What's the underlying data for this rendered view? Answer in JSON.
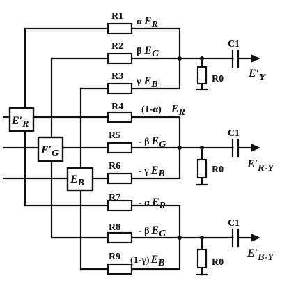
{
  "inputs": [
    {
      "main": "E",
      "prime": "′",
      "sub": "R"
    },
    {
      "main": "E",
      "prime": "′",
      "sub": "G"
    },
    {
      "main": "E",
      "prime": "",
      "sub": "B"
    }
  ],
  "resistors": [
    {
      "name": "R1",
      "coef": "α",
      "sym": "E",
      "sub": "R"
    },
    {
      "name": "R2",
      "coef": "β",
      "sym": "E",
      "sub": "G"
    },
    {
      "name": "R3",
      "coef": "γ",
      "sym": "E",
      "sub": "B"
    },
    {
      "name": "R4",
      "coef": "(1-α)",
      "sym": "E",
      "sub": "R"
    },
    {
      "name": "R5",
      "coef": "- β",
      "sym": "E",
      "sub": "G"
    },
    {
      "name": "R6",
      "coef": "- γ",
      "sym": "E",
      "sub": "B"
    },
    {
      "name": "R7",
      "coef": "- α",
      "sym": "E",
      "sub": "R"
    },
    {
      "name": "R8",
      "coef": "- β",
      "sym": "E",
      "sub": "G"
    },
    {
      "name": "R9",
      "coef": "(1-γ)",
      "sym": "E",
      "sub": "B"
    }
  ],
  "outputs": [
    {
      "load": "R0",
      "cap": "C1",
      "main": "E",
      "prime": "′",
      "sub": "Y"
    },
    {
      "load": "R0",
      "cap": "C1",
      "main": "E",
      "prime": "′",
      "sub": "R-Y"
    },
    {
      "load": "R0",
      "cap": "C1",
      "main": "E",
      "prime": "′",
      "sub": "B-Y"
    }
  ]
}
